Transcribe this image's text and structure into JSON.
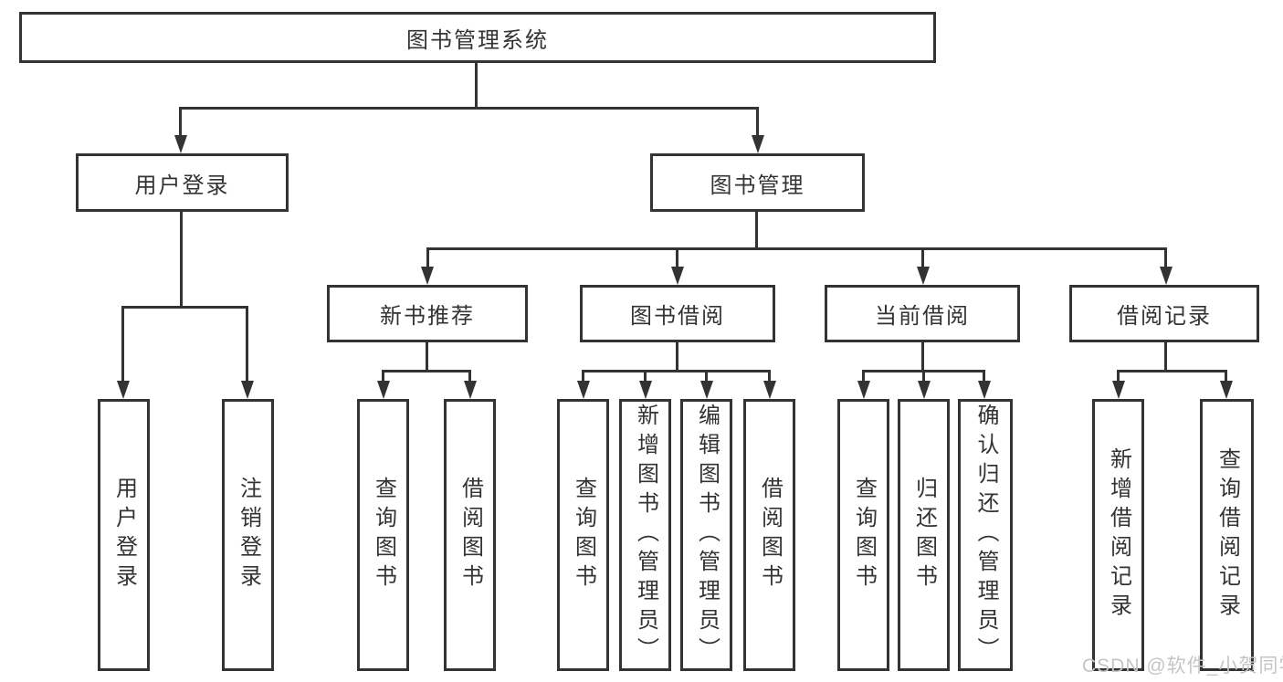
{
  "tree": {
    "root_label": "图书管理系统",
    "login": {
      "label": "用户登录",
      "children": [
        "用户登录",
        "注销登录"
      ]
    },
    "management": {
      "label": "图书管理",
      "sections": [
        {
          "label": "新书推荐",
          "children": [
            "查询图书",
            "借阅图书"
          ]
        },
        {
          "label": "图书借阅",
          "children": [
            "查询图书",
            "新增图书（管理员）",
            "编辑图书（管理员）",
            "借阅图书"
          ]
        },
        {
          "label": "当前借阅",
          "children": [
            "查询图书",
            "归还图书",
            "确认归还（管理员）"
          ]
        },
        {
          "label": "借阅记录",
          "children": [
            "新增借阅记录",
            "查询借阅记录"
          ]
        }
      ]
    }
  },
  "watermark": "CSDN @软件_小贺同学",
  "colors": {
    "line": "#333333",
    "text": "#333333",
    "background": "#ffffff",
    "watermark": "#c5c5c5"
  }
}
